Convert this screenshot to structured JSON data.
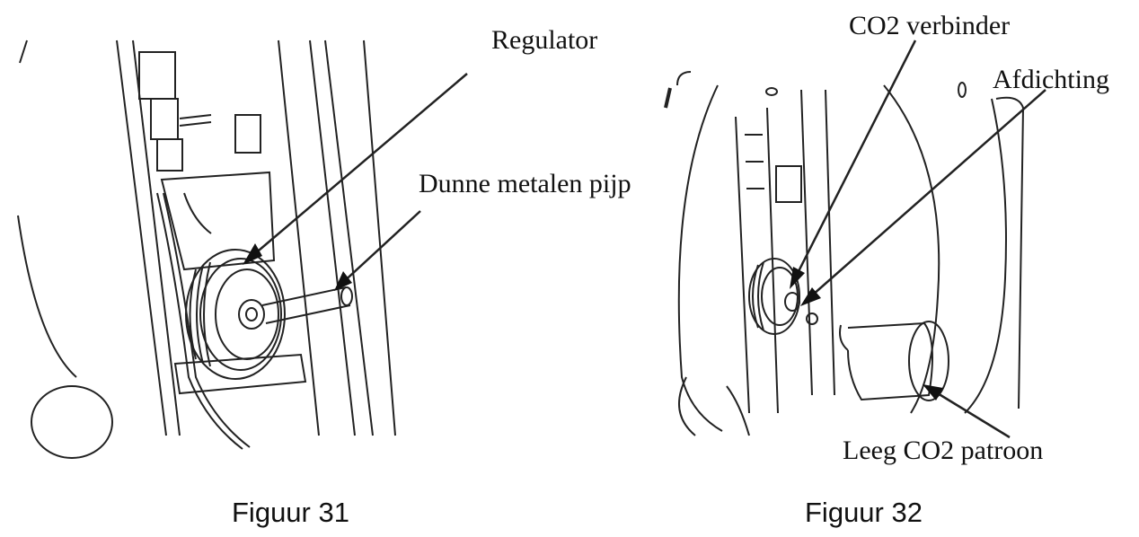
{
  "figures": [
    {
      "caption": "Figuur 31",
      "labels": {
        "regulator": "Regulator",
        "pipe": "Dunne metalen pijp"
      }
    },
    {
      "caption": "Figuur 32",
      "labels": {
        "connector": "CO2 verbinder",
        "seal": "Afdichting",
        "cartridge": "Leeg CO2 patroon"
      }
    }
  ]
}
